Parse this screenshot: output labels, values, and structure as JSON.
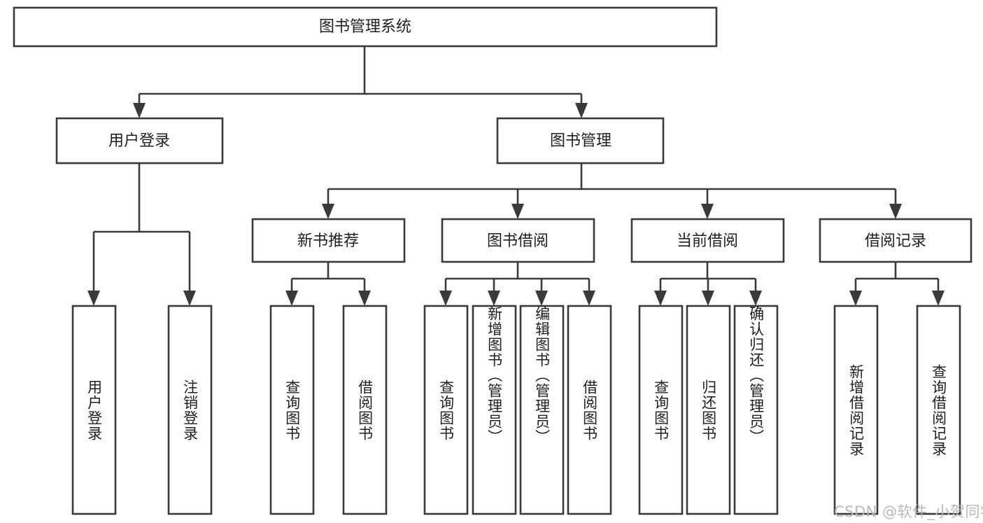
{
  "diagram": {
    "type": "tree-hierarchy",
    "title": "图书管理系统",
    "orientation": "top-down",
    "watermark": "CSDN @软件_小贺同学",
    "nodes": {
      "root": {
        "label": "图书管理系统"
      },
      "level2": [
        {
          "id": "user-login",
          "label": "用户登录"
        },
        {
          "id": "book-manage",
          "label": "图书管理"
        }
      ],
      "level3": [
        {
          "id": "new-book-rec",
          "label": "新书推荐",
          "parent": "book-manage"
        },
        {
          "id": "book-borrow",
          "label": "图书借阅",
          "parent": "book-manage"
        },
        {
          "id": "current-borrow",
          "label": "当前借阅",
          "parent": "book-manage"
        },
        {
          "id": "borrow-record",
          "label": "借阅记录",
          "parent": "book-manage"
        }
      ],
      "leaves": [
        {
          "id": "leaf-user-login",
          "label": "用户登录",
          "parent": "user-login"
        },
        {
          "id": "leaf-logout",
          "label": "注销登录",
          "parent": "user-login"
        },
        {
          "id": "leaf-query-book-1",
          "label": "查询图书",
          "parent": "new-book-rec"
        },
        {
          "id": "leaf-borrow-book-1",
          "label": "借阅图书",
          "parent": "new-book-rec"
        },
        {
          "id": "leaf-query-book-2",
          "label": "查询图书",
          "parent": "book-borrow"
        },
        {
          "id": "leaf-add-book",
          "label": "新增图书（管理员）",
          "parent": "book-borrow"
        },
        {
          "id": "leaf-edit-book",
          "label": "编辑图书（管理员）",
          "parent": "book-borrow"
        },
        {
          "id": "leaf-borrow-book-2",
          "label": "借阅图书",
          "parent": "book-borrow"
        },
        {
          "id": "leaf-query-book-3",
          "label": "查询图书",
          "parent": "current-borrow"
        },
        {
          "id": "leaf-return-book",
          "label": "归还图书",
          "parent": "current-borrow"
        },
        {
          "id": "leaf-confirm-return",
          "label": "确认归还（管理员）",
          "parent": "current-borrow"
        },
        {
          "id": "leaf-add-record",
          "label": "新增借阅记录",
          "parent": "borrow-record"
        },
        {
          "id": "leaf-query-record",
          "label": "查询借阅记录",
          "parent": "borrow-record"
        }
      ]
    },
    "colors": {
      "stroke": "#3a3a3a",
      "fill": "#ffffff",
      "text": "#1f1f1f",
      "watermark": "#b9b9b9"
    }
  }
}
